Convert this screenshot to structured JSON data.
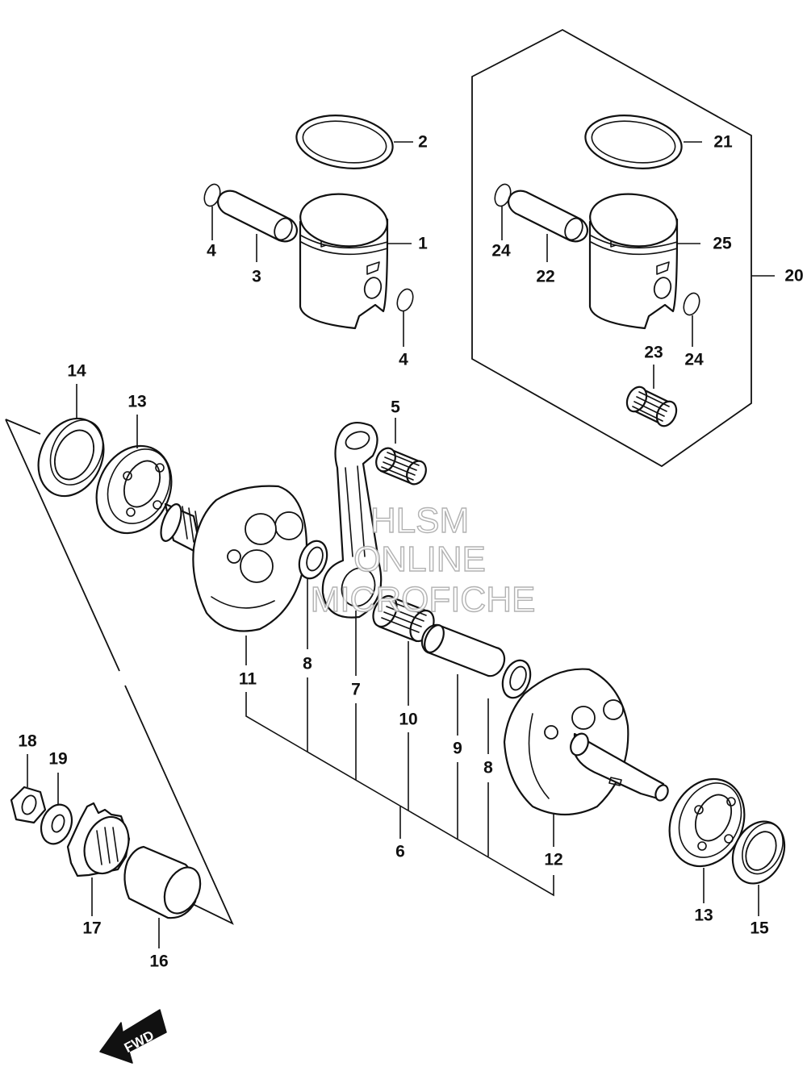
{
  "watermark": {
    "line1": "HLSM",
    "line2": "ONLINE",
    "line3": "MICROFICHE"
  },
  "fwd_label": "FWD",
  "callouts": {
    "n1": "1",
    "n2": "2",
    "n3": "3",
    "n4a": "4",
    "n4b": "4",
    "n5": "5",
    "n6": "6",
    "n7": "7",
    "n8a": "8",
    "n8b": "8",
    "n9": "9",
    "n10": "10",
    "n11": "11",
    "n12": "12",
    "n13a": "13",
    "n13b": "13",
    "n14": "14",
    "n15": "15",
    "n16": "16",
    "n17": "17",
    "n18": "18",
    "n19": "19",
    "n20": "20",
    "n21": "21",
    "n22": "22",
    "n23": "23",
    "n24a": "24",
    "n24b": "24",
    "n25": "25"
  }
}
